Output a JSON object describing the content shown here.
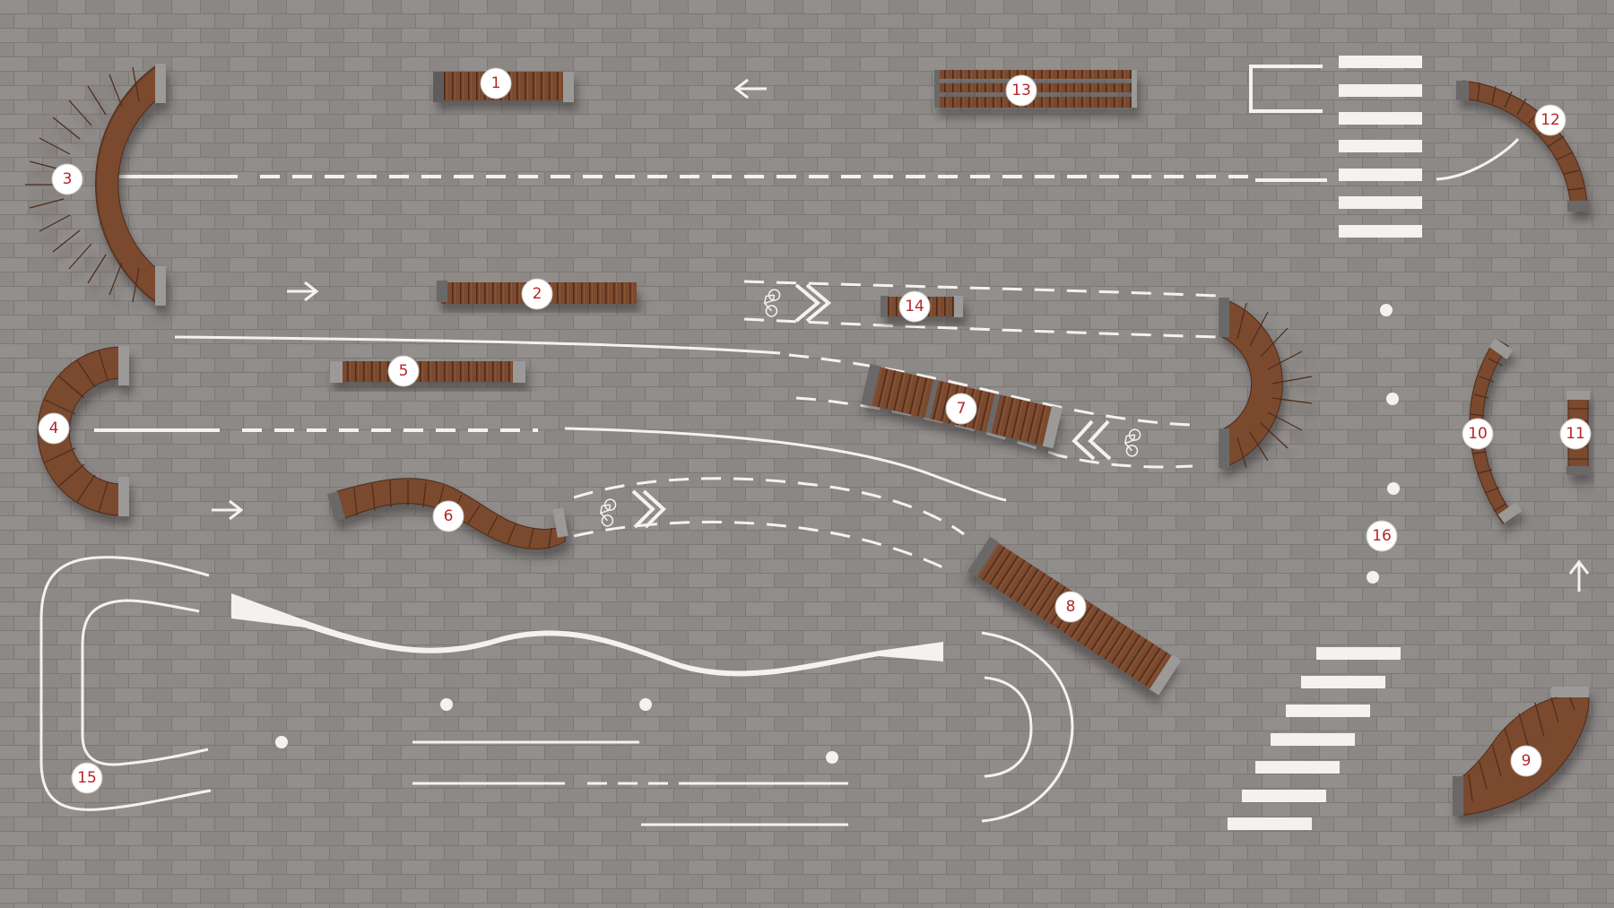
{
  "plan": {
    "colors": {
      "paving": "#8e8b89",
      "paving_joint": "#7b7876",
      "wood": "#7a4a2e",
      "wood_dark": "#5a3420",
      "concrete_end": "#9c9a98",
      "marking": "#f4f1ee",
      "label_fill": "#ffffff",
      "label_text": "#b3262a"
    },
    "labels": [
      {
        "id": "label-1",
        "text": "1"
      },
      {
        "id": "label-2",
        "text": "2"
      },
      {
        "id": "label-3",
        "text": "3"
      },
      {
        "id": "label-4",
        "text": "4"
      },
      {
        "id": "label-5",
        "text": "5"
      },
      {
        "id": "label-6",
        "text": "6"
      },
      {
        "id": "label-7",
        "text": "7"
      },
      {
        "id": "label-8",
        "text": "8"
      },
      {
        "id": "label-9",
        "text": "9"
      },
      {
        "id": "label-10",
        "text": "10"
      },
      {
        "id": "label-11",
        "text": "11"
      },
      {
        "id": "label-12",
        "text": "12"
      },
      {
        "id": "label-13",
        "text": "13"
      },
      {
        "id": "label-14",
        "text": "14"
      },
      {
        "id": "label-15",
        "text": "15"
      },
      {
        "id": "label-16",
        "text": "16"
      }
    ],
    "icons": [
      "arrow-left-icon",
      "arrow-right-icon",
      "arrow-up-icon",
      "bicycle-icon",
      "chevron-icon"
    ]
  }
}
